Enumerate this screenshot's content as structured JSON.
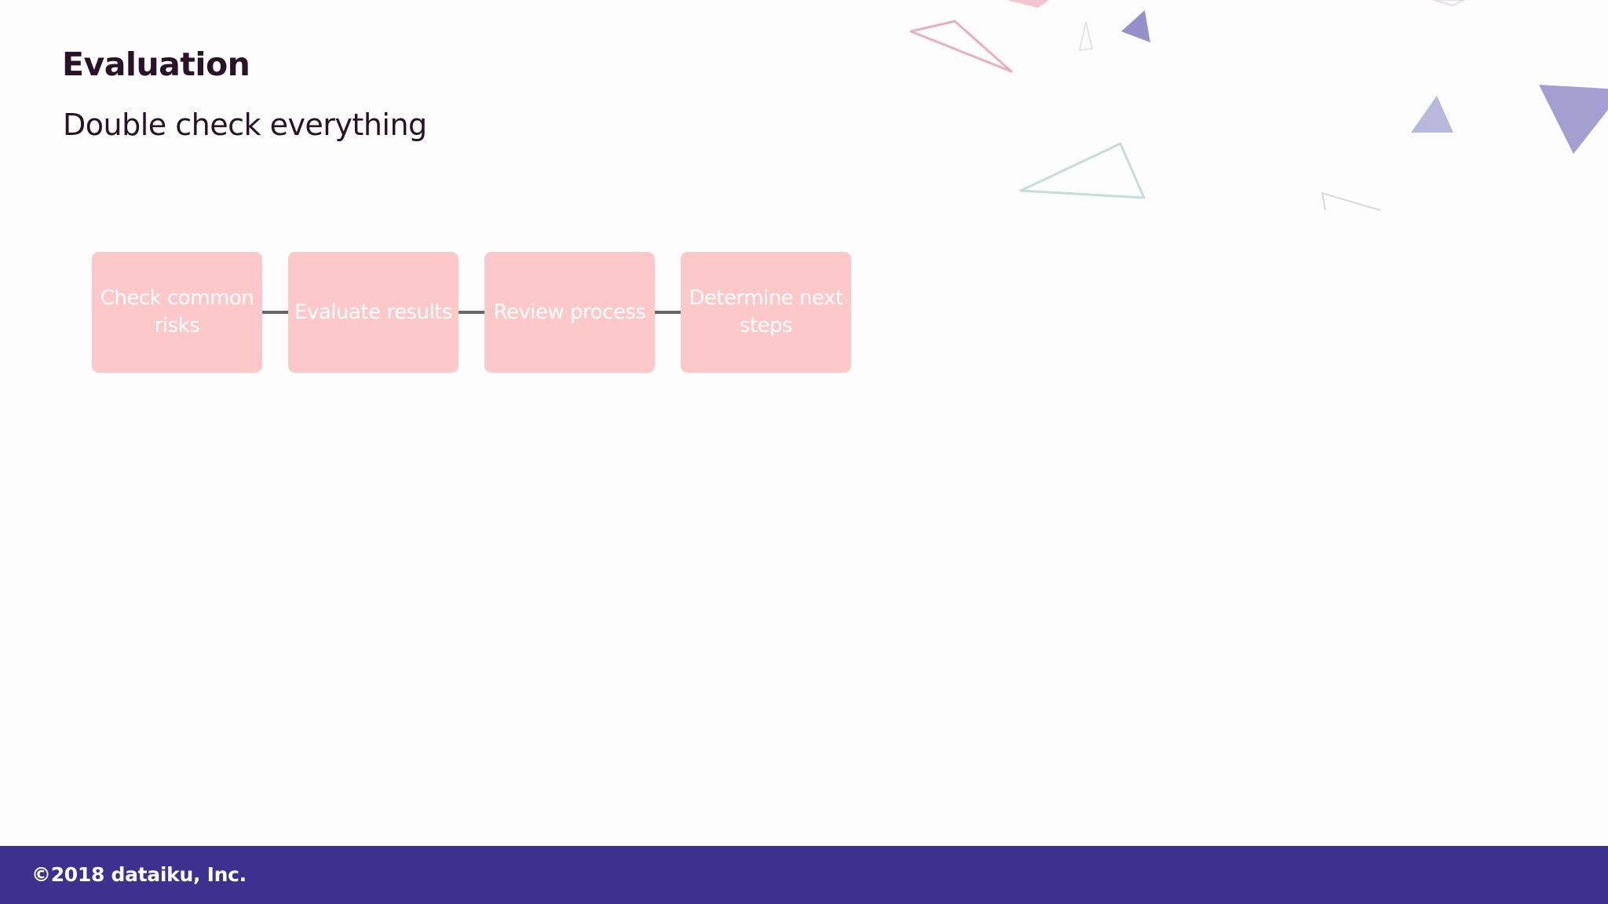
{
  "slide": {
    "title": "Evaluation",
    "subtitle": "Double check everything"
  },
  "process_steps": [
    {
      "label": "Check common risks"
    },
    {
      "label": "Evaluate results"
    },
    {
      "label": "Review process"
    },
    {
      "label": "Determine next steps"
    }
  ],
  "footer": {
    "copyright": "©2018 dataiku, Inc."
  },
  "colors": {
    "background": "#fdfdfd",
    "title_text": "#2a1228",
    "step_fill": "#fcc8c9",
    "step_text": "#ffffff",
    "connector": "#666666",
    "footer_bar": "#3c318f",
    "footer_text": "#ffffff",
    "decor_pink": "#e6a6bc",
    "decor_purple": "#8f8ac7",
    "decor_teal": "#bcdcd6"
  }
}
